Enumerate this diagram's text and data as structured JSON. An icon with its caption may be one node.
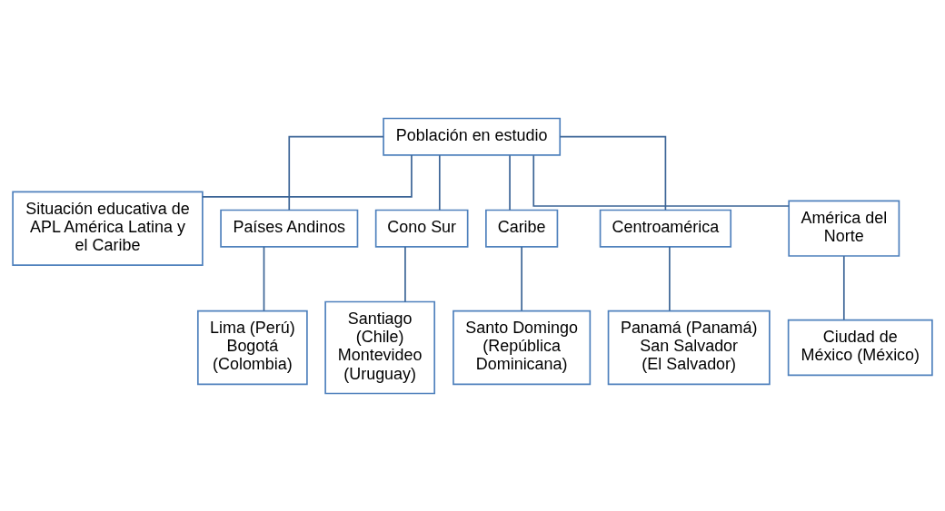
{
  "diagram": {
    "nodes": [
      {
        "text": [
          "Población en estudio"
        ]
      },
      {
        "text": [
          "Situación educativa de APL América Latina y el Caribe"
        ]
      },
      {
        "text": [
          "Países Andinos"
        ]
      },
      {
        "text": [
          "Cono Sur"
        ]
      },
      {
        "text": [
          "Caribe"
        ]
      },
      {
        "text": [
          "Centroamérica"
        ]
      },
      {
        "text": [
          "América del Norte"
        ]
      },
      {
        "text": [
          "Lima (Perú) Bogotá (Colombia)"
        ]
      },
      {
        "text": [
          "Santiago (Chile) Montevideo (Uruguay)"
        ]
      },
      {
        "text": [
          "Santo Domingo (República Dominicana)"
        ]
      },
      {
        "text": [
          "Panamá (Panamá) San Salvador (El Salvador)"
        ]
      },
      {
        "text": [
          "Ciudad de México (México)"
        ]
      }
    ],
    "edges": [
      {
        "from": 0,
        "to": 1,
        "arrow": "none"
      },
      {
        "from": 0,
        "to": 2,
        "arrow": "none"
      },
      {
        "from": 0,
        "to": 3,
        "arrow": "none"
      },
      {
        "from": 0,
        "to": 4,
        "arrow": "none"
      },
      {
        "from": 0,
        "to": 5,
        "arrow": "none"
      },
      {
        "from": 0,
        "to": 6,
        "arrow": "none"
      },
      {
        "from": 2,
        "to": 7,
        "arrow": "none"
      },
      {
        "from": 3,
        "to": 8,
        "arrow": "none"
      },
      {
        "from": 4,
        "to": 9,
        "arrow": "none"
      },
      {
        "from": 5,
        "to": 10,
        "arrow": "none"
      },
      {
        "from": 6,
        "to": 11,
        "arrow": "none"
      }
    ]
  }
}
